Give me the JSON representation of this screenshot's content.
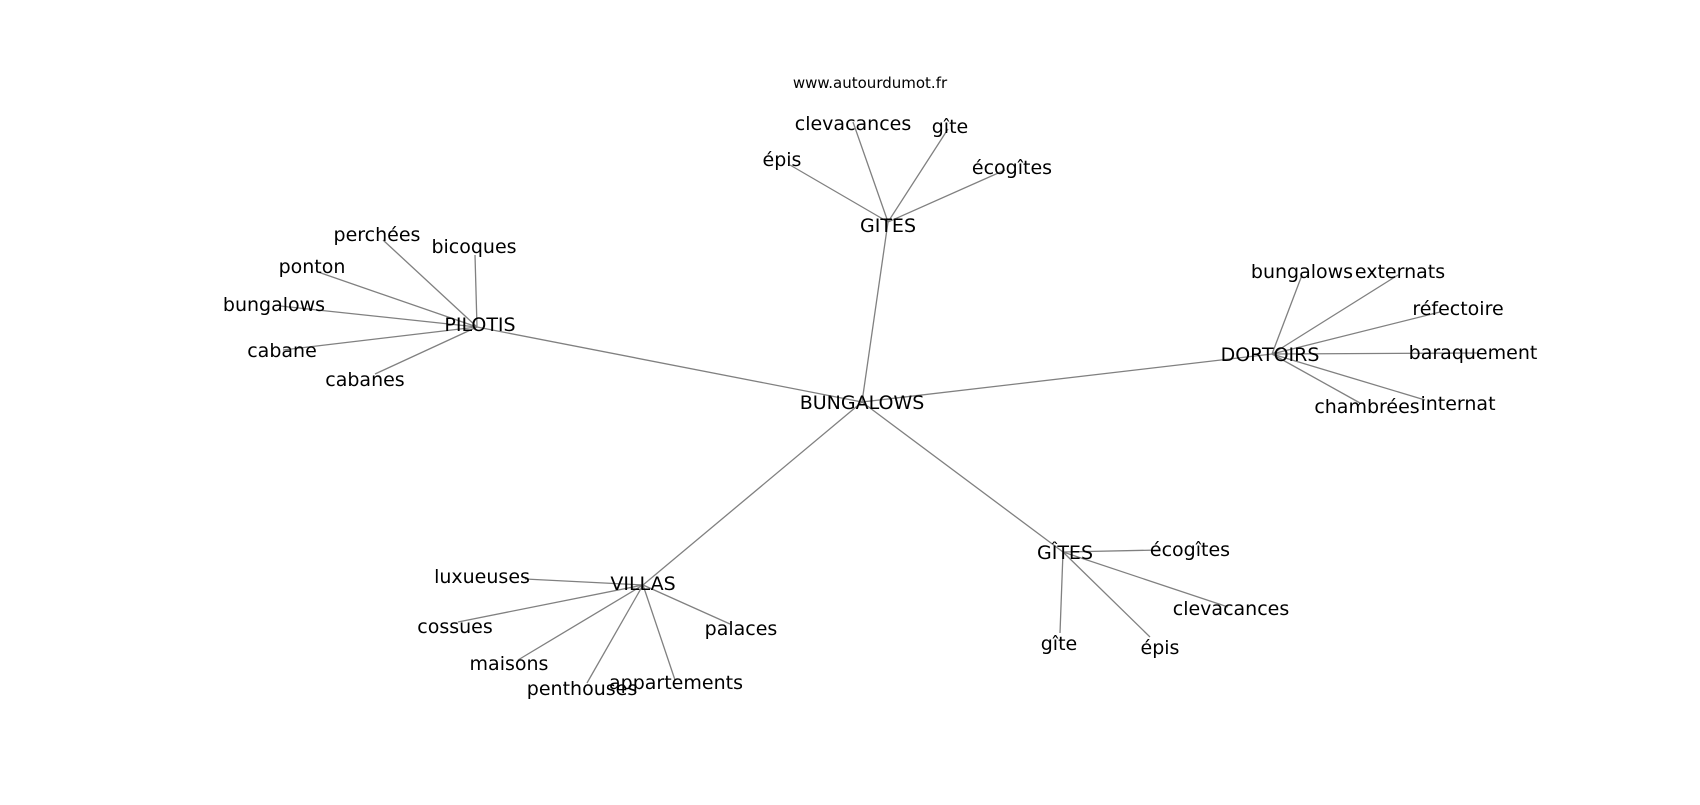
{
  "source_label": "www.autourdumot.fr",
  "root": "BUNGALOWS",
  "groups": [
    {
      "hub": "GITES",
      "words": [
        "épis",
        "clevacances",
        "gîte",
        "écogîtes"
      ]
    },
    {
      "hub": "PILOTIS",
      "words": [
        "perchées",
        "bicoques",
        "ponton",
        "bungalows",
        "cabane",
        "cabanes"
      ]
    },
    {
      "hub": "DORTOIRS",
      "words": [
        "bungalows",
        "externats",
        "réfectoire",
        "baraquement",
        "chambrées",
        "internat"
      ]
    },
    {
      "hub": "VILLAS",
      "words": [
        "luxueuses",
        "cossues",
        "maisons",
        "penthouses",
        "appartements",
        "palaces"
      ]
    },
    {
      "hub": "GÎTES",
      "words": [
        "écogîtes",
        "clevacances",
        "gîte",
        "épis"
      ]
    }
  ]
}
